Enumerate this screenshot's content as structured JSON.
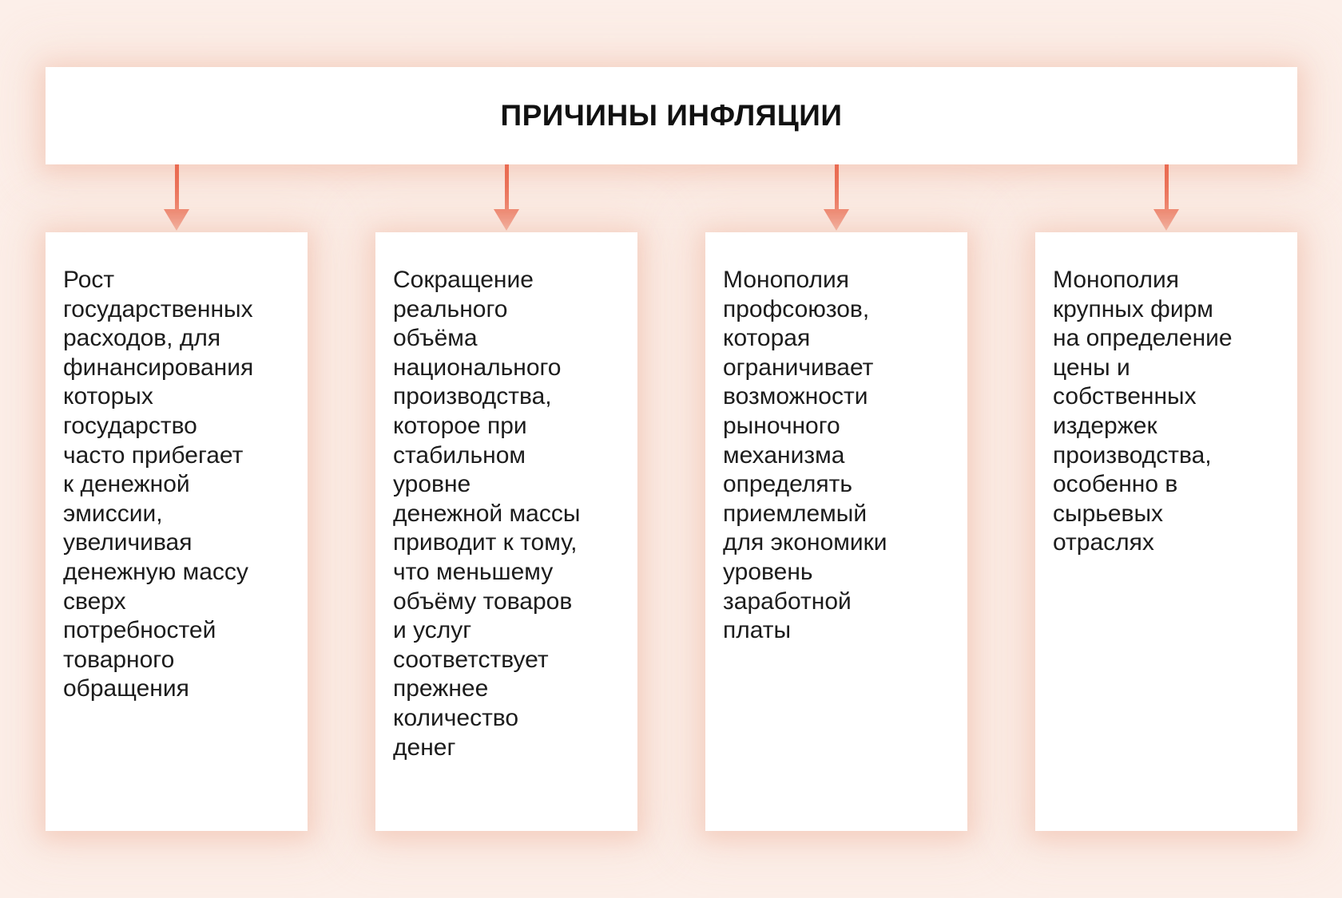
{
  "diagram": {
    "title": "ПРИЧИНЫ ИНФЛЯЦИИ",
    "causes": [
      {
        "text": "Рост\nгосударственных\nрасходов, для\nфинансирования\nкоторых\nгосударство\nчасто прибегает\nк денежной\nэмиссии,\nувеличивая\nденежную массу\nсверх\nпотребностей\nтоварного\nобращения"
      },
      {
        "text": "Сокращение\nреального\nобъёма\nнационального\nпроизводства,\nкоторое при\nстабильном\nуровне\nденежной массы\nприводит к тому,\nчто меньшему\nобъёму товаров\nи услуг\nсоответствует\nпрежнее\nколичество\nденег"
      },
      {
        "text": "Монополия\nпрофсоюзов,\nкоторая\nограничивает\nвозможности\nрыночного\nмеханизма\nопределять\nприемлемый\nдля экономики\nуровень\nзаработной\nплаты"
      },
      {
        "text": "Монополия\nкрупных фирм\nна определение\nцены и\nсобственных\nиздержек\nпроизводства,\nособенно в\nсырьевых\nотраслях"
      }
    ]
  },
  "colors": {
    "background": "#fcefe9",
    "box-bg": "#ffffff",
    "arrow": "#ea6a50",
    "text": "#1c1c1c",
    "title-text": "#111111"
  }
}
